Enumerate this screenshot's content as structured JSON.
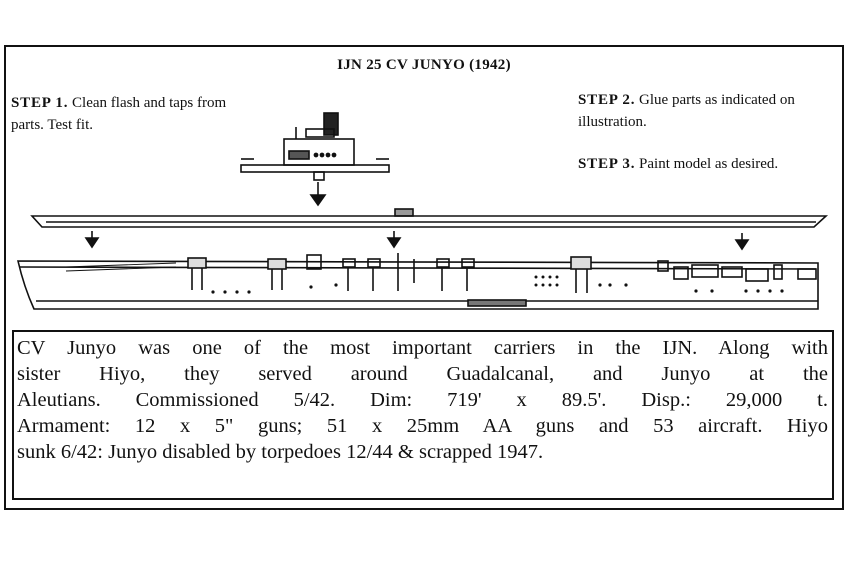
{
  "title": "IJN 25  CV JUNYO  (1942)",
  "steps": {
    "step1_label": "STEP 1.",
    "step1_text": " Clean flash and taps from parts. Test fit.",
    "step2_label": "STEP 2.",
    "step2_text": " Glue parts as indicated on illustration.",
    "step3_label": "STEP 3.",
    "step3_text": " Paint model as desired."
  },
  "description": {
    "lines": [
      "CV Junyo was one of the most important carriers in the IJN. Along with",
      "sister Hiyo, they served around Guadalcanal, and Junyo at the",
      "Aleutians. Commissioned  5/42. Dim: 719' x 89.5'.  Disp.: 29,000 t.",
      "Armament: 12 x 5\" guns; 51 x 25mm AA guns and 53 aircraft.  Hiyo",
      "sunk 6/42:  Junyo disabled by  torpedoes 12/44 & scrapped 1947."
    ]
  }
}
